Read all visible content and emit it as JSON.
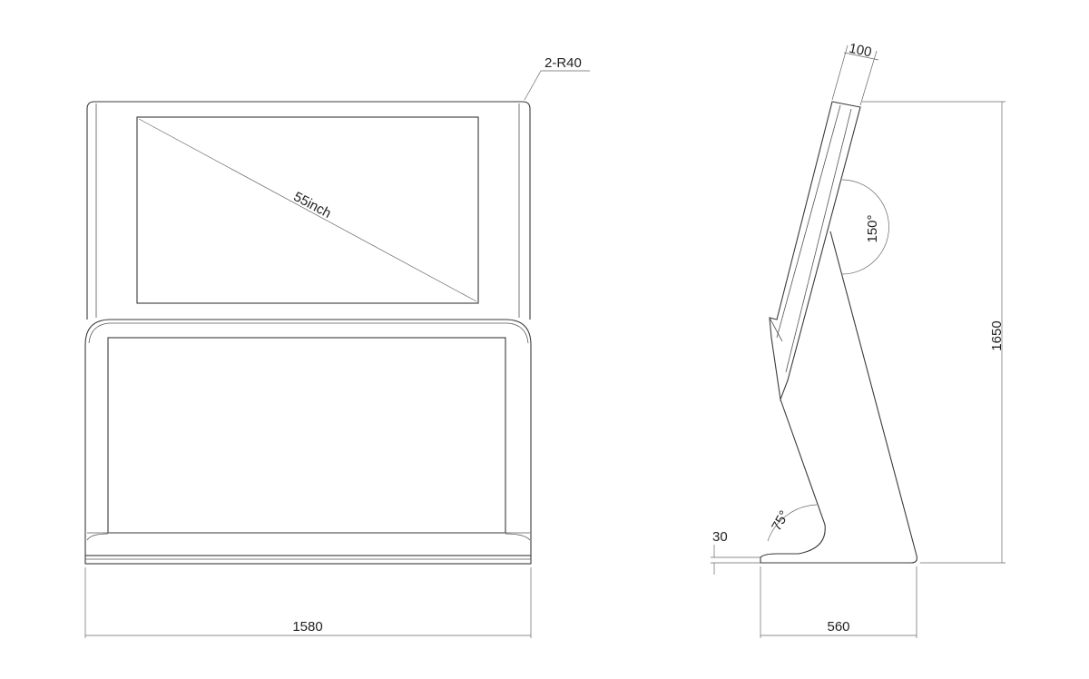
{
  "front_view": {
    "screen_size_label": "55inch",
    "corner_radius_label": "2-R40",
    "width_label": "1580"
  },
  "side_view": {
    "top_depth_label": "100",
    "screen_angle_label": "150°",
    "height_label": "1650",
    "base_angle_label": "75°",
    "base_thickness_label": "30",
    "base_depth_label": "560"
  }
}
